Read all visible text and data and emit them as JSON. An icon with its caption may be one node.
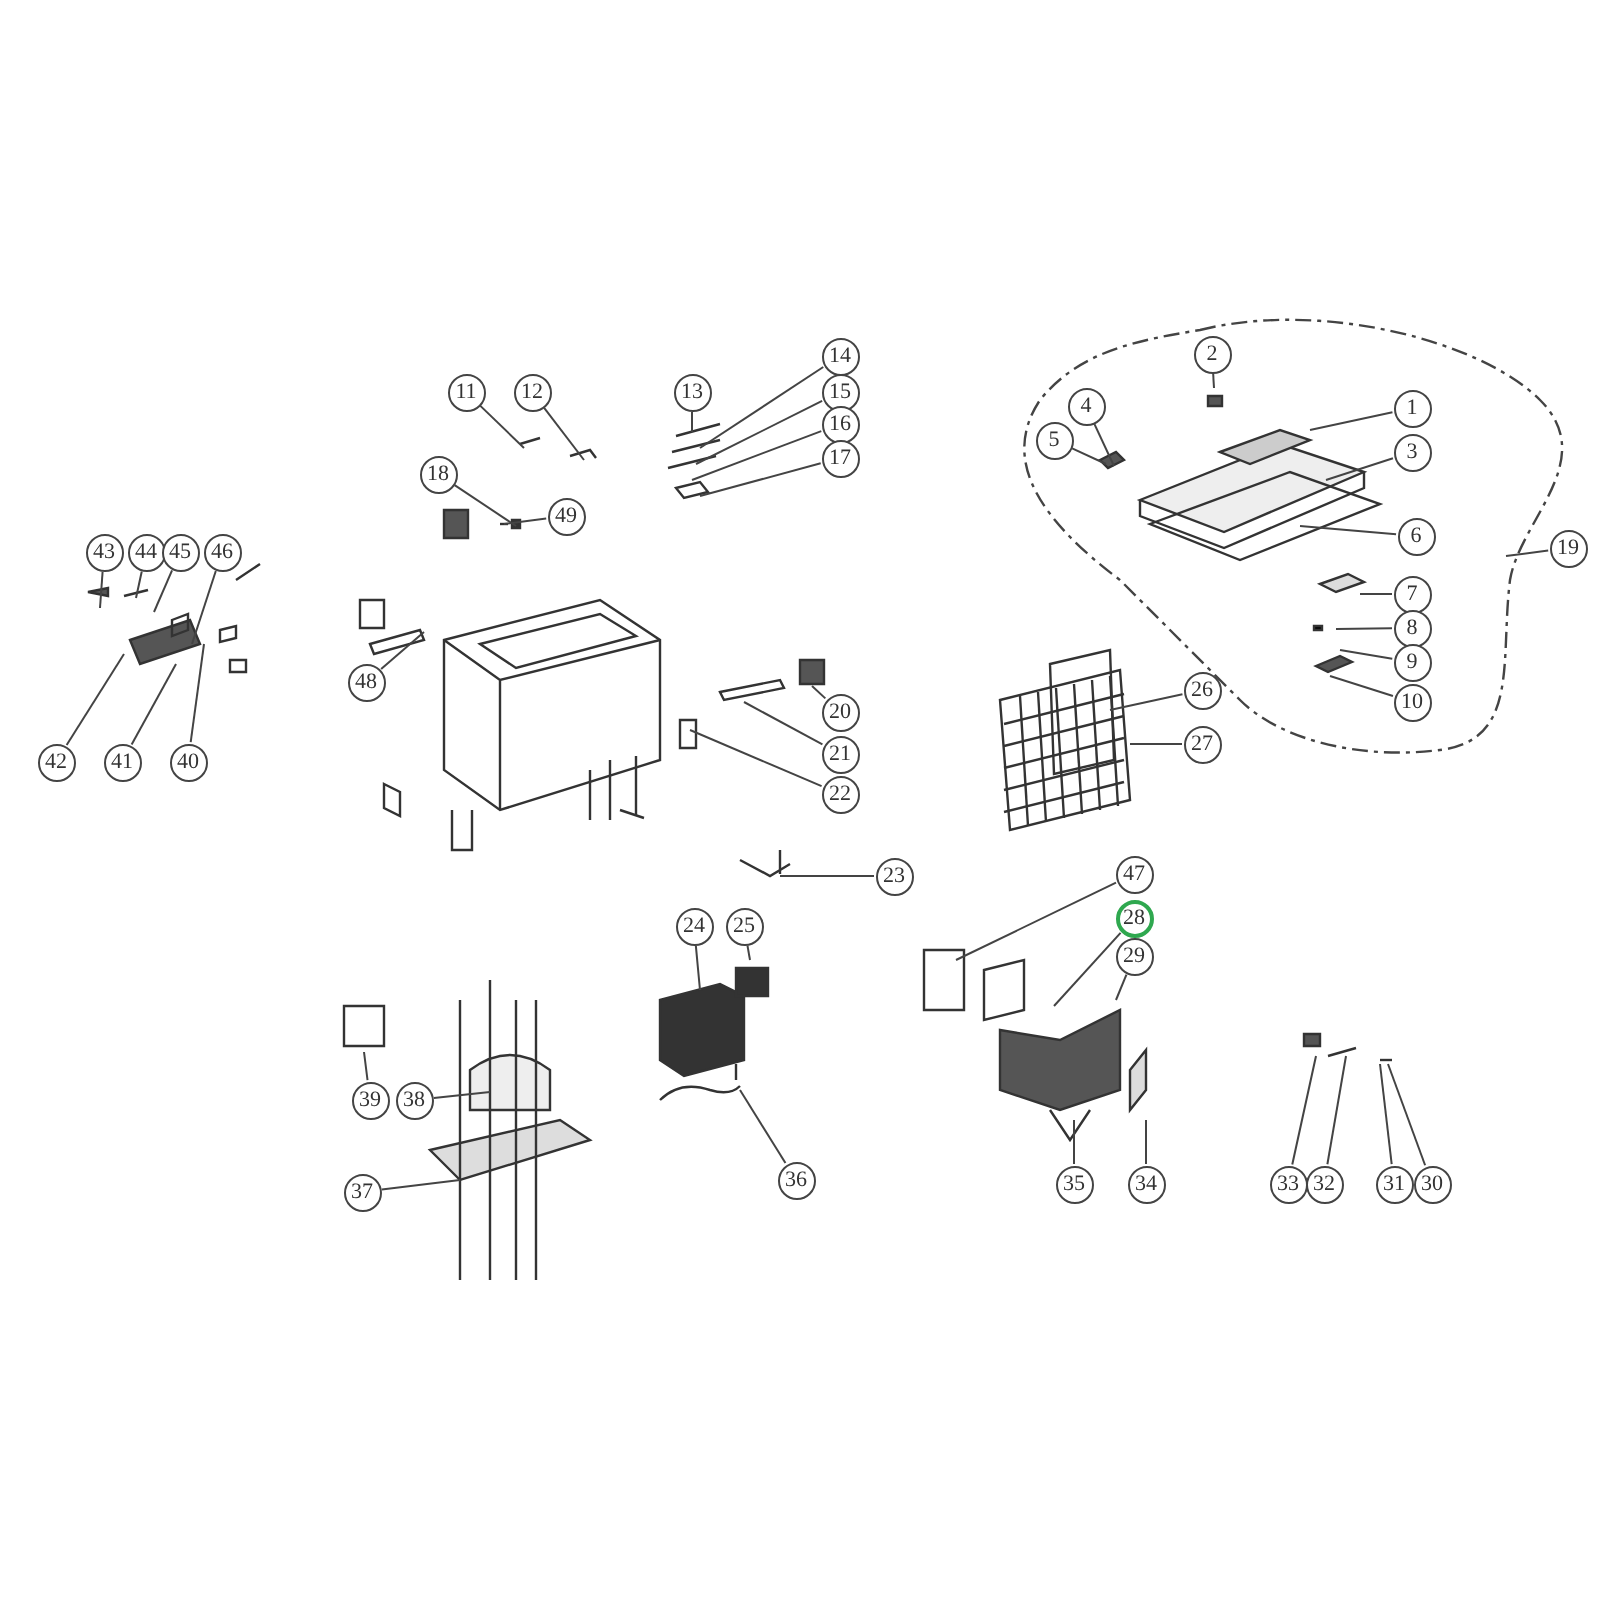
{
  "diagram": {
    "nodes": [
      {
        "text": [
          "1"
        ]
      },
      {
        "text": [
          "2"
        ]
      },
      {
        "text": [
          "3"
        ]
      },
      {
        "text": [
          "4"
        ]
      },
      {
        "text": [
          "5"
        ]
      },
      {
        "text": [
          "6"
        ]
      },
      {
        "text": [
          "7"
        ]
      },
      {
        "text": [
          "8"
        ]
      },
      {
        "text": [
          "9"
        ]
      },
      {
        "text": [
          "10"
        ]
      },
      {
        "text": [
          "11"
        ]
      },
      {
        "text": [
          "12"
        ]
      },
      {
        "text": [
          "13"
        ]
      },
      {
        "text": [
          "14"
        ]
      },
      {
        "text": [
          "15"
        ]
      },
      {
        "text": [
          "16"
        ]
      },
      {
        "text": [
          "17"
        ]
      },
      {
        "text": [
          "18"
        ]
      },
      {
        "text": [
          "19"
        ]
      },
      {
        "text": [
          "20"
        ]
      },
      {
        "text": [
          "21"
        ]
      },
      {
        "text": [
          "22"
        ]
      },
      {
        "text": [
          "23"
        ]
      },
      {
        "text": [
          "24"
        ]
      },
      {
        "text": [
          "25"
        ]
      },
      {
        "text": [
          "26"
        ]
      },
      {
        "text": [
          "27"
        ]
      },
      {
        "text": [
          "28"
        ]
      },
      {
        "text": [
          "29"
        ]
      },
      {
        "text": [
          "30"
        ]
      },
      {
        "text": [
          "31"
        ]
      },
      {
        "text": [
          "32"
        ]
      },
      {
        "text": [
          "33"
        ]
      },
      {
        "text": [
          "34"
        ]
      },
      {
        "text": [
          "35"
        ]
      },
      {
        "text": [
          "36"
        ]
      },
      {
        "text": [
          "37"
        ]
      },
      {
        "text": [
          "38"
        ]
      },
      {
        "text": [
          "39"
        ]
      },
      {
        "text": [
          "40"
        ]
      },
      {
        "text": [
          "41"
        ]
      },
      {
        "text": [
          "42"
        ]
      },
      {
        "text": [
          "43"
        ]
      },
      {
        "text": [
          "44"
        ]
      },
      {
        "text": [
          "45"
        ]
      },
      {
        "text": [
          "46"
        ]
      },
      {
        "text": [
          "47"
        ]
      },
      {
        "text": [
          "48"
        ]
      },
      {
        "text": [
          "49"
        ]
      }
    ],
    "edges": [
      {
        "from": 0,
        "to": null,
        "arrow": "none"
      },
      {
        "from": 1,
        "to": null,
        "arrow": "none"
      },
      {
        "from": 2,
        "to": null,
        "arrow": "none"
      },
      {
        "from": 3,
        "to": null,
        "arrow": "none"
      },
      {
        "from": 4,
        "to": null,
        "arrow": "none"
      },
      {
        "from": 5,
        "to": null,
        "arrow": "none"
      },
      {
        "from": 6,
        "to": null,
        "arrow": "none"
      },
      {
        "from": 7,
        "to": null,
        "arrow": "none"
      },
      {
        "from": 8,
        "to": null,
        "arrow": "none"
      },
      {
        "from": 9,
        "to": null,
        "arrow": "none"
      },
      {
        "from": 10,
        "to": null,
        "arrow": "none"
      },
      {
        "from": 11,
        "to": null,
        "arrow": "none"
      },
      {
        "from": 12,
        "to": null,
        "arrow": "none"
      },
      {
        "from": 13,
        "to": null,
        "arrow": "none"
      },
      {
        "from": 14,
        "to": null,
        "arrow": "none"
      },
      {
        "from": 15,
        "to": null,
        "arrow": "none"
      },
      {
        "from": 16,
        "to": null,
        "arrow": "none"
      },
      {
        "from": 17,
        "to": null,
        "arrow": "none"
      },
      {
        "from": 18,
        "to": null,
        "arrow": "none"
      },
      {
        "from": 19,
        "to": null,
        "arrow": "none"
      },
      {
        "from": 20,
        "to": null,
        "arrow": "none"
      },
      {
        "from": 21,
        "to": null,
        "arrow": "none"
      },
      {
        "from": 22,
        "to": null,
        "arrow": "none"
      },
      {
        "from": 23,
        "to": null,
        "arrow": "none"
      },
      {
        "from": 24,
        "to": null,
        "arrow": "none"
      },
      {
        "from": 25,
        "to": null,
        "arrow": "none"
      },
      {
        "from": 26,
        "to": null,
        "arrow": "none"
      },
      {
        "from": 27,
        "to": null,
        "arrow": "none"
      },
      {
        "from": 28,
        "to": null,
        "arrow": "none"
      },
      {
        "from": 29,
        "to": null,
        "arrow": "none"
      },
      {
        "from": 30,
        "to": null,
        "arrow": "none"
      },
      {
        "from": 31,
        "to": null,
        "arrow": "none"
      },
      {
        "from": 32,
        "to": null,
        "arrow": "none"
      },
      {
        "from": 33,
        "to": null,
        "arrow": "none"
      },
      {
        "from": 34,
        "to": null,
        "arrow": "none"
      },
      {
        "from": 35,
        "to": null,
        "arrow": "none"
      },
      {
        "from": 36,
        "to": null,
        "arrow": "none"
      },
      {
        "from": 37,
        "to": null,
        "arrow": "none"
      },
      {
        "from": 38,
        "to": null,
        "arrow": "none"
      },
      {
        "from": 39,
        "to": null,
        "arrow": "none"
      },
      {
        "from": 40,
        "to": null,
        "arrow": "none"
      },
      {
        "from": 41,
        "to": null,
        "arrow": "none"
      },
      {
        "from": 42,
        "to": null,
        "arrow": "none"
      },
      {
        "from": 43,
        "to": null,
        "arrow": "none"
      },
      {
        "from": 44,
        "to": null,
        "arrow": "none"
      },
      {
        "from": 45,
        "to": null,
        "arrow": "none"
      },
      {
        "from": 46,
        "to": null,
        "arrow": "none"
      },
      {
        "from": 47,
        "to": null,
        "arrow": "none"
      },
      {
        "from": 48,
        "to": null,
        "arrow": "none"
      }
    ]
  }
}
